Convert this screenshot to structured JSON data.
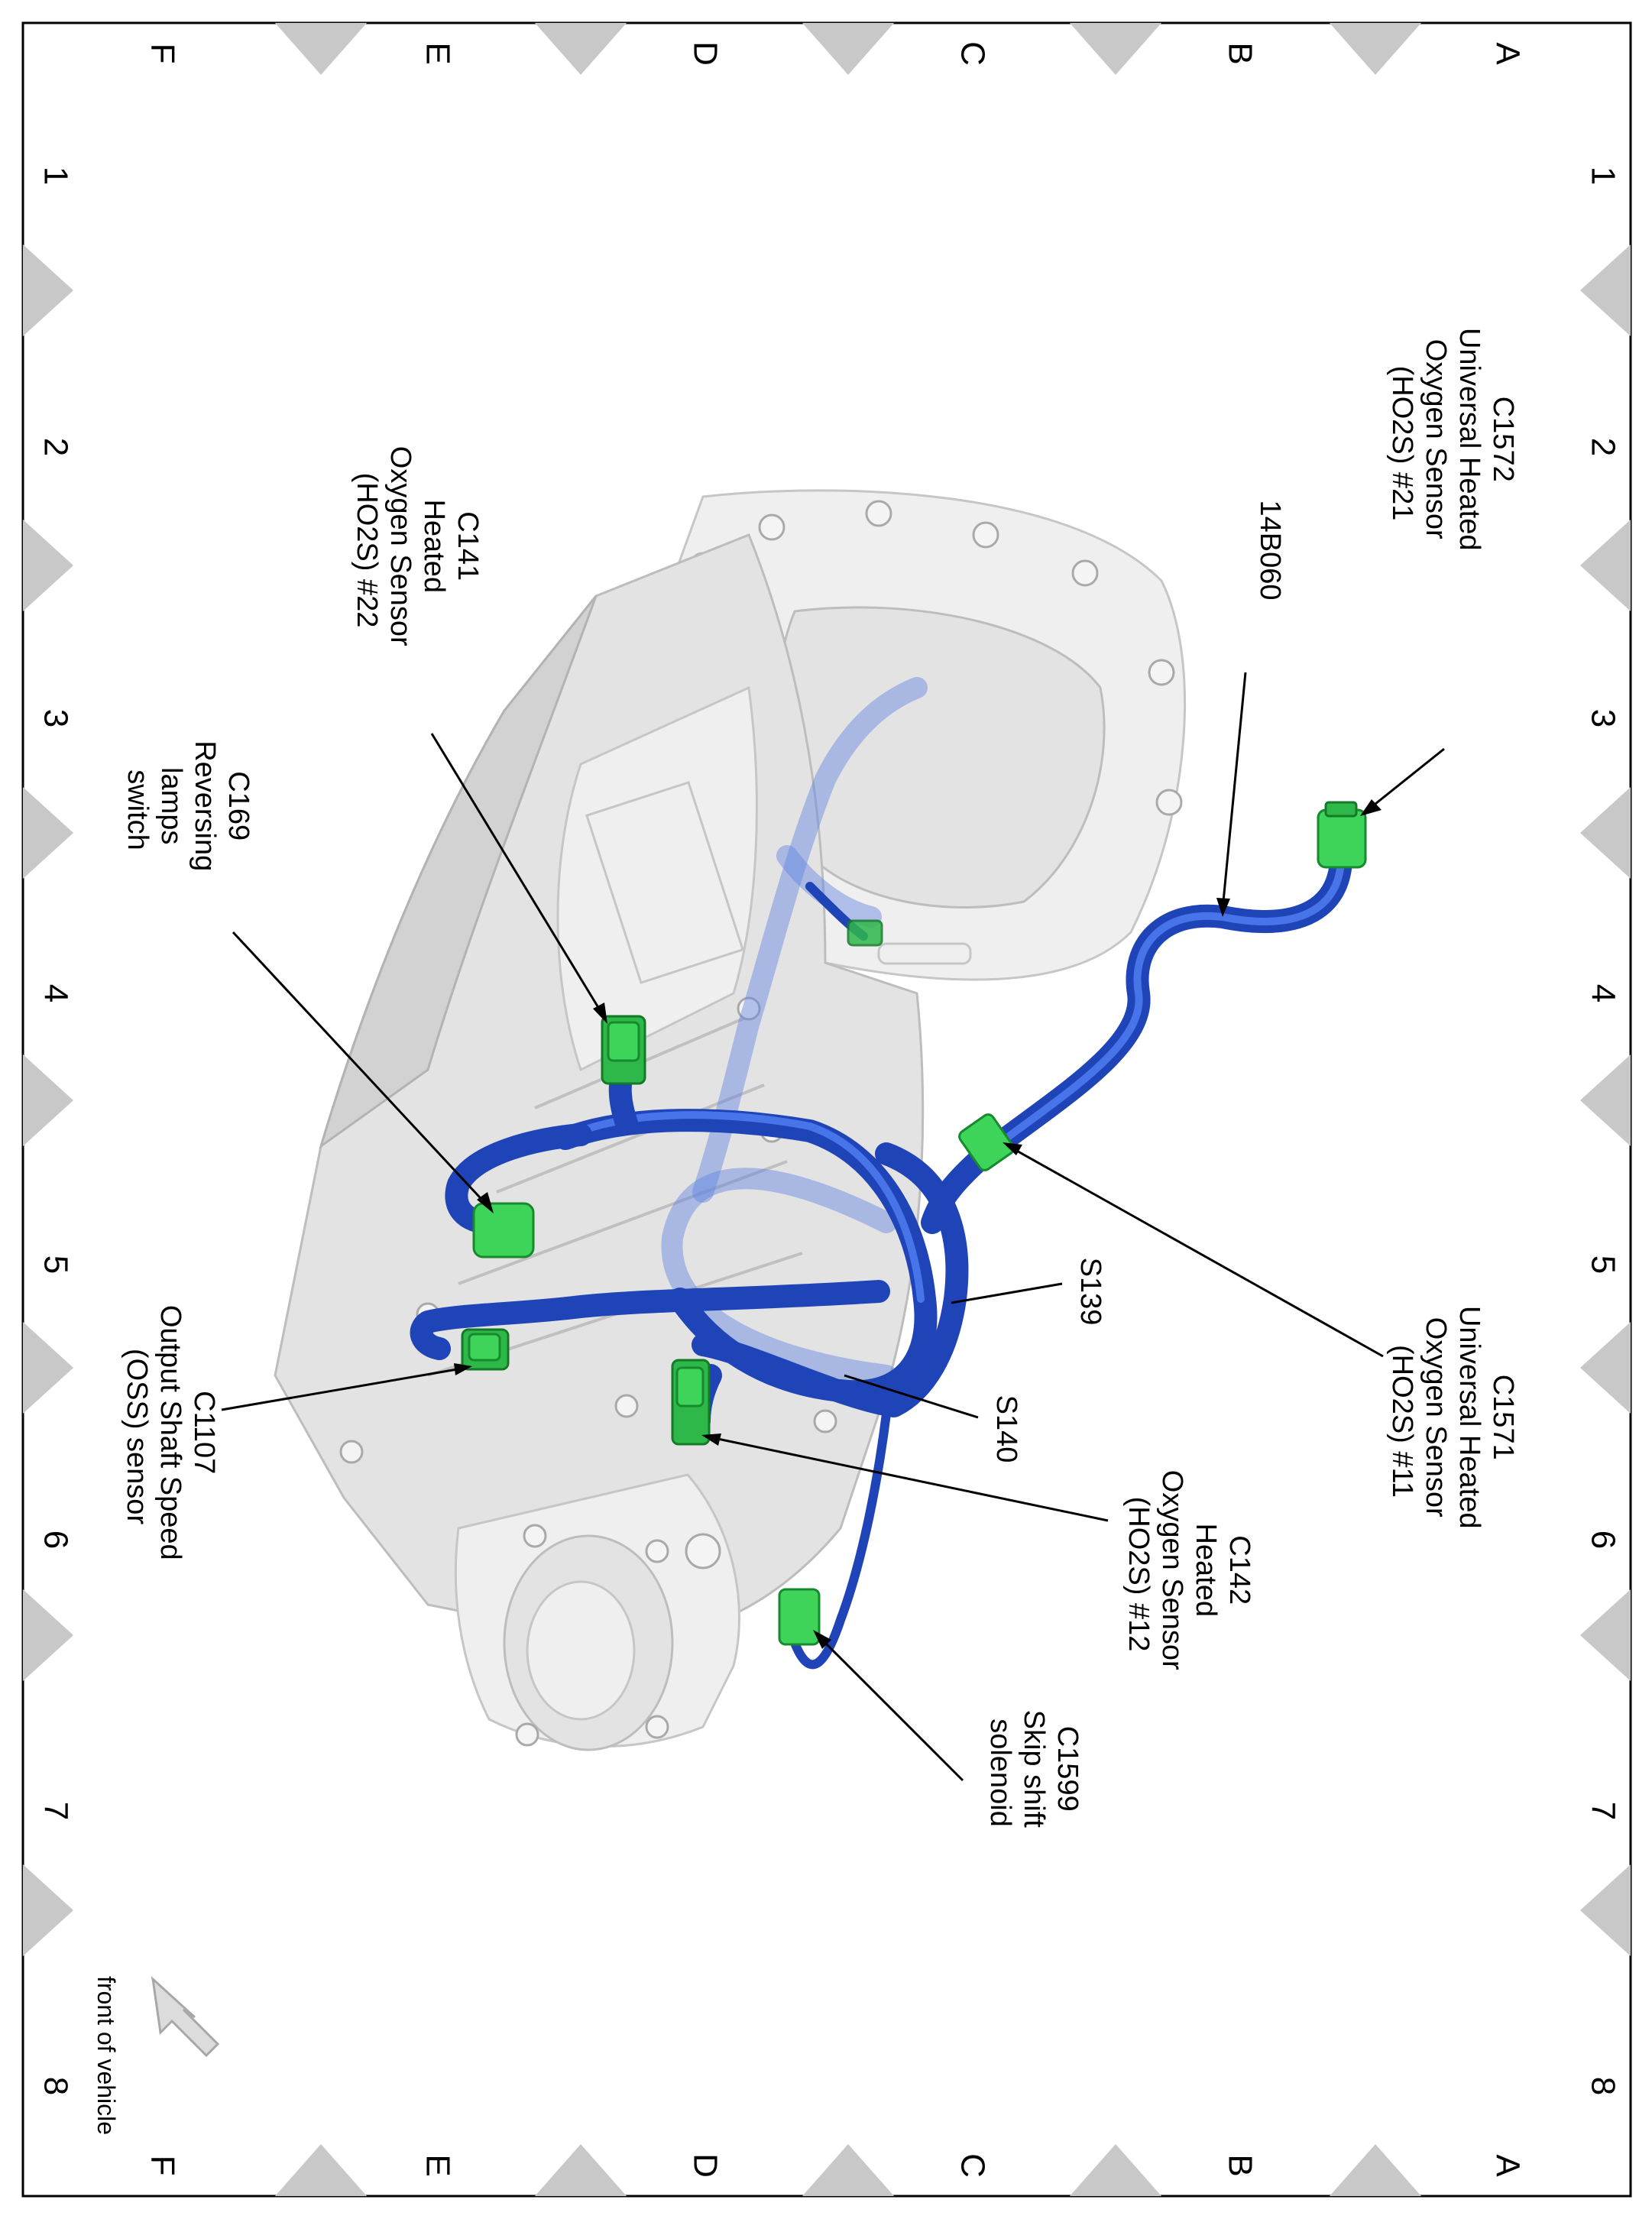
{
  "grid": {
    "columns": [
      "1",
      "2",
      "3",
      "4",
      "5",
      "6",
      "7",
      "8"
    ],
    "rows": [
      "A",
      "B",
      "C",
      "D",
      "E",
      "F"
    ]
  },
  "callouts": {
    "c1572": [
      "C1572",
      "Universal Heated",
      "Oxygen Sensor",
      "(HO2S) #21"
    ],
    "harness_14b060": [
      "14B060"
    ],
    "c141": [
      "C141",
      "Heated",
      "Oxygen Sensor",
      "(HO2S) #22"
    ],
    "c169": [
      "C169",
      "Reversing",
      "lamps",
      "switch"
    ],
    "c1571": [
      "C1571",
      "Universal Heated",
      "Oxygen Sensor",
      "(HO2S) #11"
    ],
    "s139": [
      "S139"
    ],
    "s140": [
      "S140"
    ],
    "c142": [
      "C142",
      "Heated",
      "Oxygen Sensor",
      "(HO2S) #12"
    ],
    "c1107": [
      "C1107",
      "Output Shaft Speed",
      "(OSS) sensor"
    ],
    "c1599": [
      "C1599",
      "Skip shift",
      "solenoid"
    ]
  },
  "orientation": {
    "label": "front of vehicle",
    "icon": "arrow-icon"
  },
  "colors": {
    "harness": "#1f44b8",
    "connector": "#3ed45a",
    "casing": "#e3e3e3",
    "marker": "#c8c8c8"
  }
}
